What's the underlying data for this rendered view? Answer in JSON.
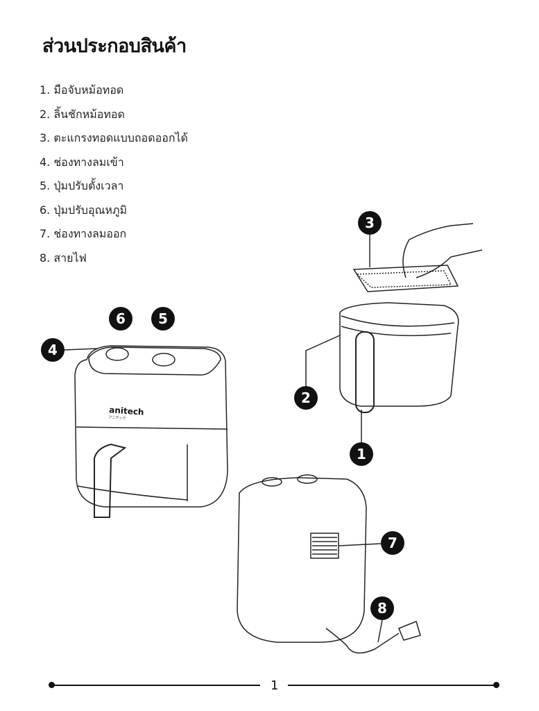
{
  "title": "ส่วนประกอบสินค้า",
  "parts": [
    "1. มือจับหม้อทอด",
    "2. ลิ้นชักหม้อทอด",
    "3. ตะแกรงทอดแบบถอดออกได้",
    "4. ช่องทางลมเข้า",
    "5. ปุ่มปรับตั้งเวลา",
    "6. ปุ่มปรับอุณหภูมิ",
    "7. ช่องทางลมออก",
    "8. สายไฟ"
  ],
  "callouts": [
    "1",
    "2",
    "3",
    "4",
    "5",
    "6",
    "7",
    "8"
  ],
  "logo": {
    "brand": "anitech",
    "sub": "アニテック"
  },
  "page_number": "1"
}
